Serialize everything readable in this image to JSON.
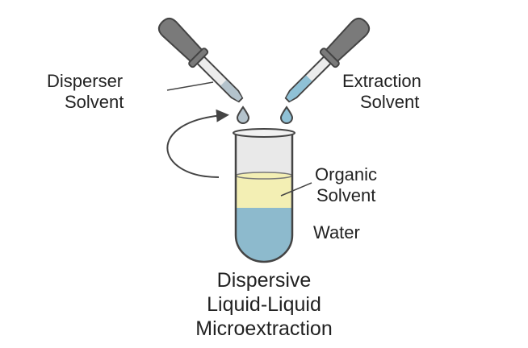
{
  "labels": {
    "disperser": [
      "Disperser",
      "Solvent"
    ],
    "extraction": [
      "Extraction",
      "Solvent"
    ],
    "organic": [
      "Organic",
      "Solvent"
    ],
    "water": "Water"
  },
  "title": [
    "Dispersive",
    "Liquid-Liquid",
    "Microextraction"
  ],
  "colors": {
    "bulb": "#7a7a7a",
    "disperser_liquid": "#b4c3cc",
    "extraction_liquid": "#8fc1d6",
    "organic_layer": "#f3efb4",
    "water_layer": "#8dbacd",
    "tube_empty": "#e9e9e9",
    "outline": "#444444"
  }
}
